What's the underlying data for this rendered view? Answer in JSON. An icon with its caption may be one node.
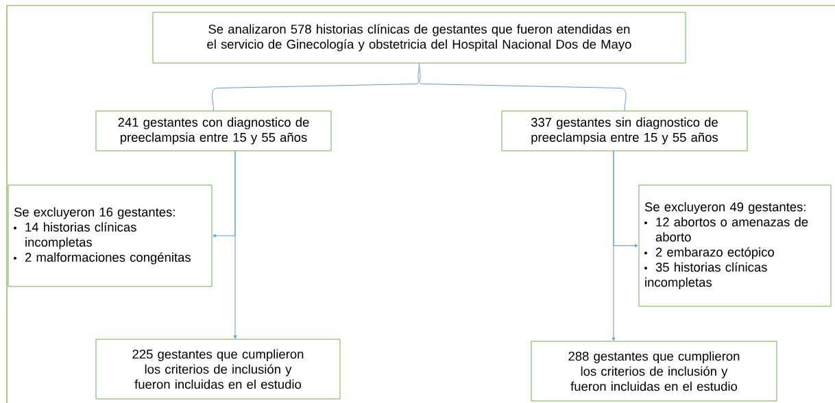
{
  "diagram": {
    "nodes": [
      {
        "text": [
          "Se analizaron 578 historias clínicas de gestantes que fueron atendidas en el servicio de Ginecología y obstetricia del Hospital Nacional Dos de Mayo"
        ]
      },
      {
        "text": [
          "241 gestantes con diagnostico de preeclampsia entre 15 y 55 años"
        ]
      },
      {
        "text": [
          "337 gestantes sin diagnostico de preeclampsia entre 15 y 55 años"
        ]
      },
      {
        "text": [
          "Se excluyeron 16 gestantes:",
          "14 historias clínicas incompletas",
          "2 malformaciones congénitas"
        ]
      },
      {
        "text": [
          "Se excluyeron 49 gestantes:",
          "12 abortos o amenazas de aborto",
          "2 embarazo ectópico",
          "35 historias clínicas incompletas"
        ]
      },
      {
        "text": [
          "225 gestantes que cumplieron los criterios de inclusión y fueron incluidas en el estudio"
        ]
      },
      {
        "text": [
          "288 gestantes que cumplieron los criterios de inclusión y fueron incluidas en el estudio"
        ]
      }
    ],
    "edges": [
      {
        "from": 0,
        "to": 1,
        "arrow": "none"
      },
      {
        "from": 0,
        "to": 2,
        "arrow": "none"
      },
      {
        "from": 1,
        "to": 3,
        "arrow": "to"
      },
      {
        "from": 1,
        "to": 5,
        "arrow": "to"
      },
      {
        "from": 2,
        "to": 4,
        "arrow": "to"
      },
      {
        "from": 2,
        "to": 6,
        "arrow": "to"
      }
    ]
  }
}
